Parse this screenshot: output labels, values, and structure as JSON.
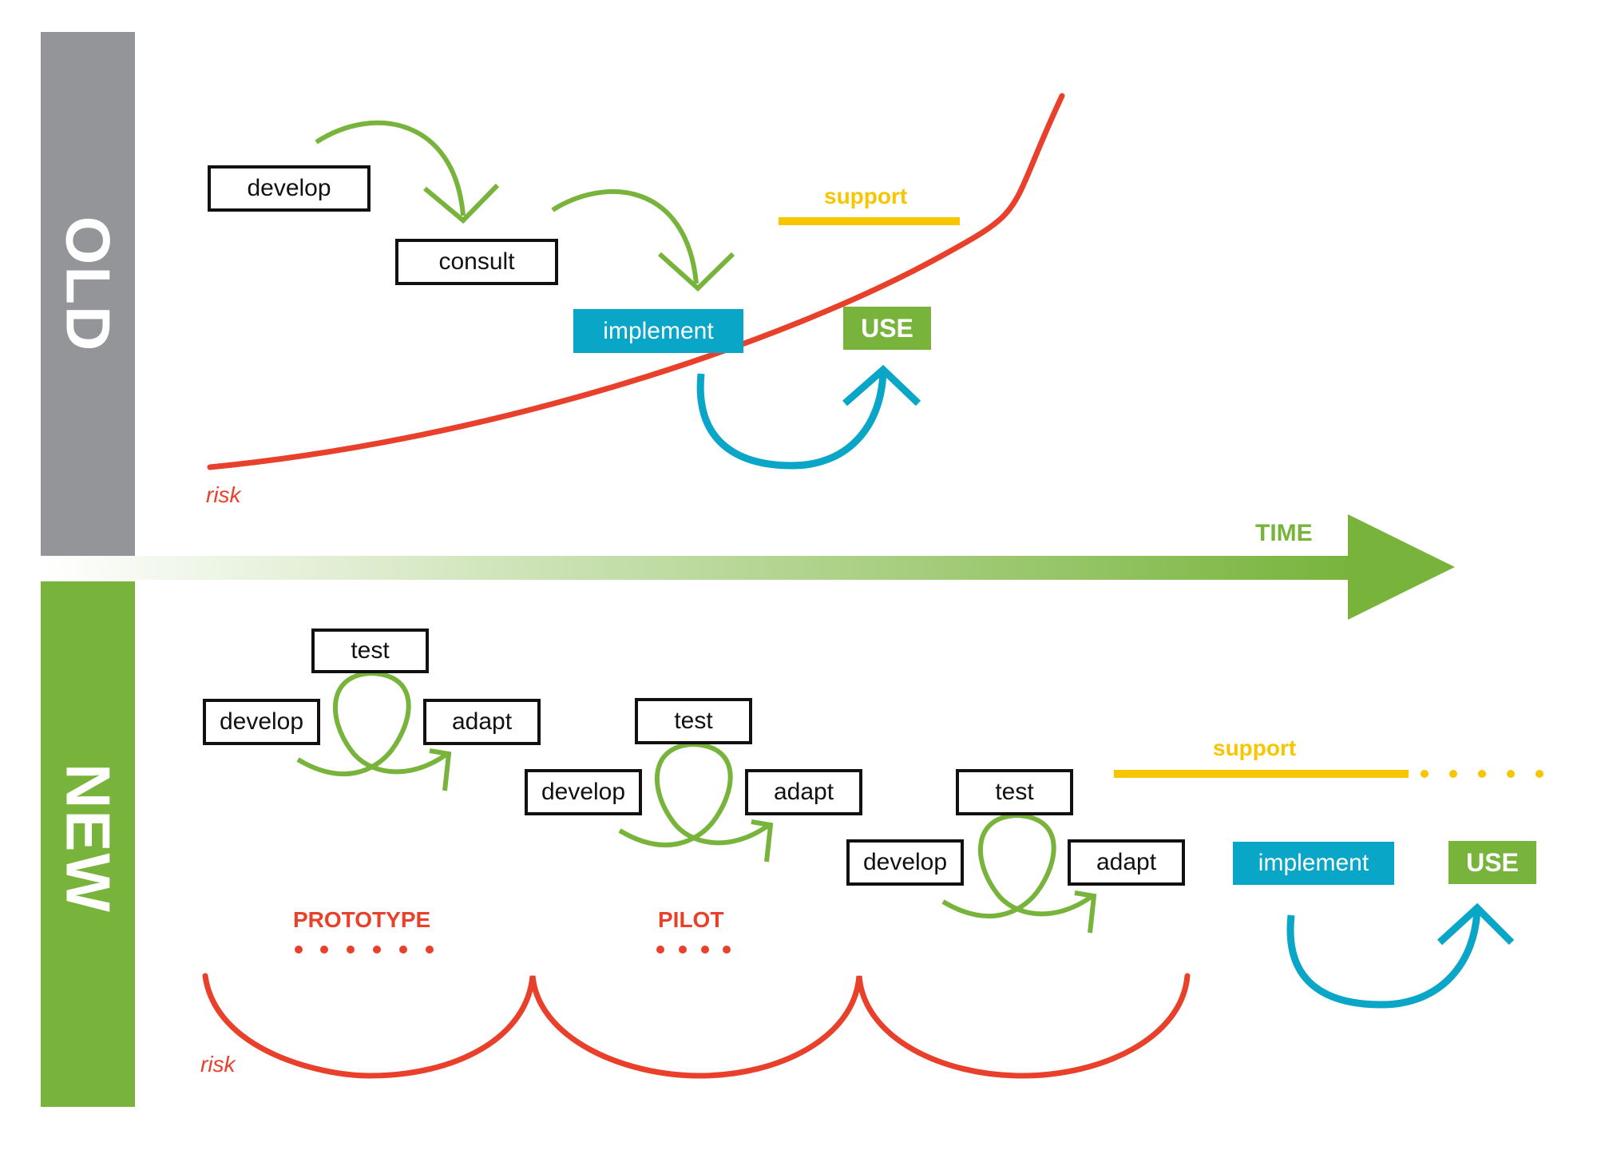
{
  "old": {
    "side_label": "OLD",
    "develop": "develop",
    "consult": "consult",
    "implement": "implement",
    "support": "support",
    "use": "USE",
    "risk": "risk"
  },
  "time_label": "TIME",
  "new": {
    "side_label": "NEW",
    "loops": [
      {
        "test": "test",
        "develop": "develop",
        "adapt": "adapt"
      },
      {
        "test": "test",
        "develop": "develop",
        "adapt": "adapt"
      },
      {
        "test": "test",
        "develop": "develop",
        "adapt": "adapt"
      }
    ],
    "support": "support",
    "implement": "implement",
    "use": "USE",
    "prototype": "PROTOTYPE",
    "pilot": "PILOT",
    "risk": "risk"
  },
  "colors": {
    "gray_band": "#939598",
    "green": "#78b43c",
    "red": "#e8402a",
    "blue": "#0aa6c8",
    "yellow": "#f7c600"
  }
}
